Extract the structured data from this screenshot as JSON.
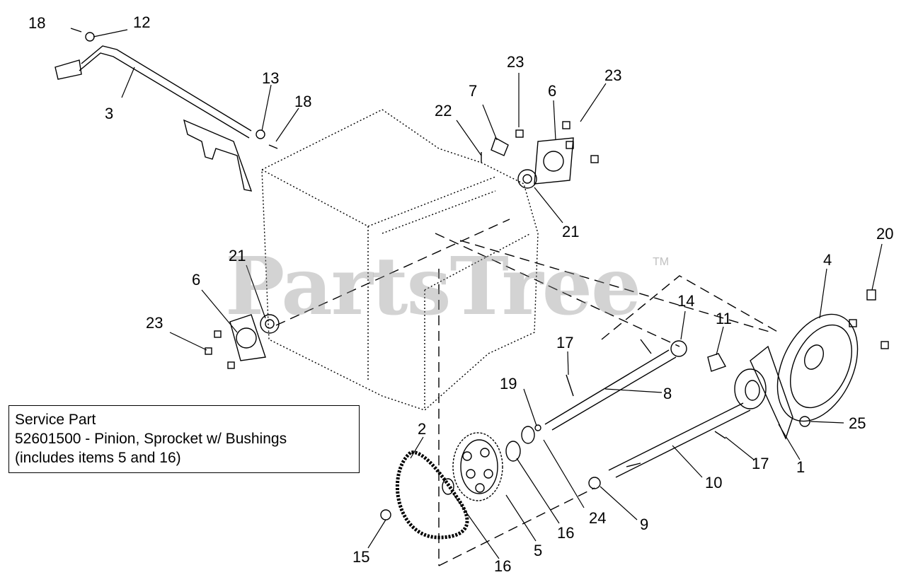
{
  "watermark": {
    "brand": "PartsTree",
    "trademark": "TM"
  },
  "service_box": {
    "title": "Service Part",
    "part_line": "52601500 - Pinion, Sprocket w/ Bushings",
    "includes_line": "(includes items 5 and 16)"
  },
  "callouts": {
    "c18_top": "18",
    "c12": "12",
    "c3": "3",
    "c13": "13",
    "c18_mid": "18",
    "c22": "22",
    "c7": "7",
    "c23_a": "23",
    "c6_top": "6",
    "c23_b": "23",
    "c21_top": "21",
    "c21_left": "21",
    "c6_left": "6",
    "c23_left": "23",
    "c20": "20",
    "c4": "4",
    "c14": "14",
    "c11": "11",
    "c17_a": "17",
    "c19": "19",
    "c8": "8",
    "c2": "2",
    "c25": "25",
    "c1": "1",
    "c17_b": "17",
    "c10": "10",
    "c24": "24",
    "c9": "9",
    "c16_a": "16",
    "c5": "5",
    "c16_b": "16",
    "c15": "15"
  }
}
